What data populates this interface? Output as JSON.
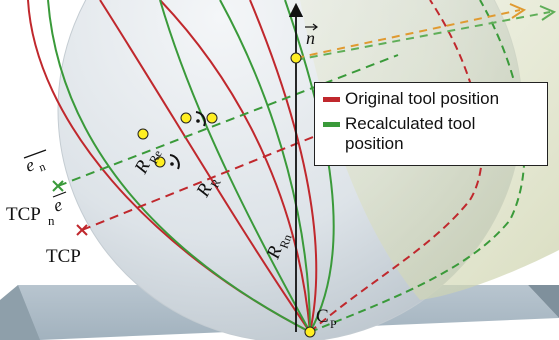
{
  "labels": {
    "n_vec": "n",
    "e_n_vec": "e",
    "e_n_sub": "n",
    "e_vec": "e",
    "tcp_n": "TCP",
    "tcp_n_sub": "n",
    "tcp": "TCP",
    "cp": "C",
    "cp_sub": "P",
    "r_re": "R",
    "r_re_sub": "Re",
    "r_r": "R",
    "r_r_sub": "R",
    "r_rn": "R",
    "r_rn_sub": "Rn"
  },
  "legend": {
    "original": "Original tool position",
    "recalculated": "Recalculated tool\nposition"
  },
  "colors": {
    "original": "#c0282d",
    "recalculated": "#3a9a3a",
    "sphere": "#cfd6dc",
    "block": "#9fb0bd",
    "point": "#ffee22"
  }
}
